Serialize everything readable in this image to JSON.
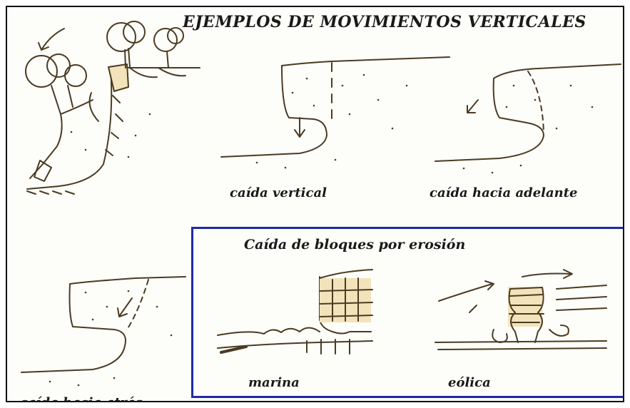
{
  "diagram": {
    "title": "EJEMPLOS DE MOVIMIENTOS VERTICALES",
    "panels": {
      "vertical": "caída vertical",
      "forward": "caída hacia adelante",
      "backward": "caída hacia atrás"
    },
    "erosion": {
      "title": "Caída de bloques por erosión",
      "marine": "marina",
      "aeolian": "eólica"
    },
    "colors": {
      "ink": "#4a3b22",
      "sand": "#f3e3bb",
      "border": "#1e2aa8"
    }
  }
}
